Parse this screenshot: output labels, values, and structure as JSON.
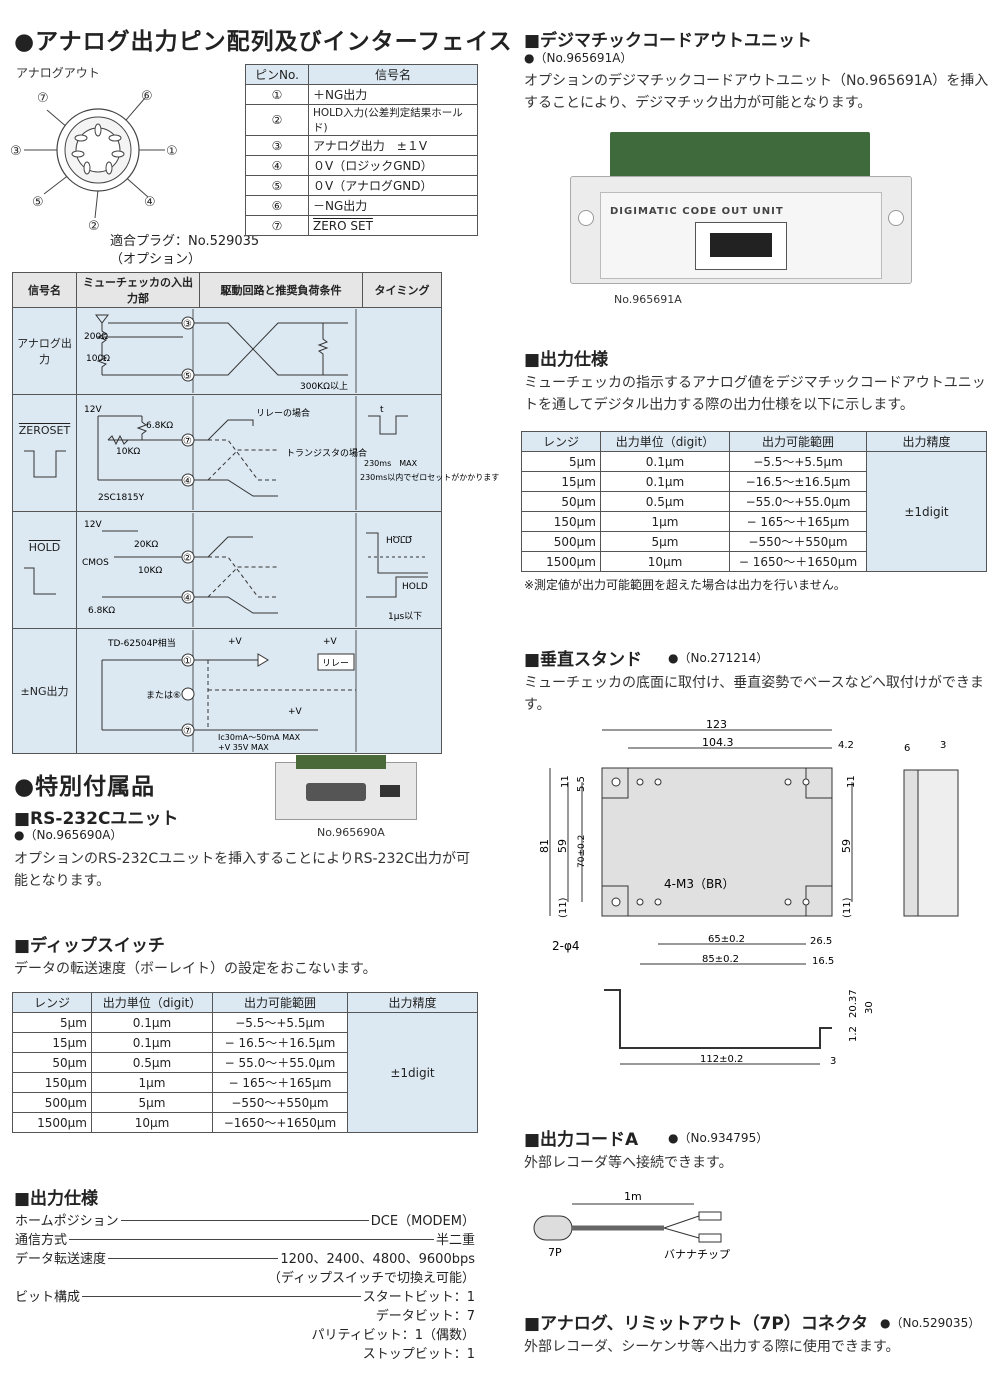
{
  "analog_section": {
    "title": "●アナログ出力ピン配列及びインターフェイス",
    "connector_label": "アナログアウト",
    "pin_numbers": [
      "⑦",
      "⑥",
      "③",
      "①",
      "⑤",
      "④",
      "②"
    ],
    "plug_note": "適合プラグ：No.529035",
    "plug_option": "（オプション）",
    "pin_table": {
      "headers": [
        "ピンNo.",
        "信号名"
      ],
      "rows": [
        {
          "pin": "①",
          "signal": "＋NG出力"
        },
        {
          "pin": "②",
          "signal": "HOLD入力(公差判定結果ホールド)"
        },
        {
          "pin": "③",
          "signal": "アナログ出力　±１V"
        },
        {
          "pin": "④",
          "signal": "０V（ロジックGND）"
        },
        {
          "pin": "⑤",
          "signal": "０V（アナログGND）"
        },
        {
          "pin": "⑥",
          "signal": "－NG出力"
        },
        {
          "pin": "⑦",
          "signal": "ZERO SET"
        }
      ]
    }
  },
  "signal_table": {
    "headers": [
      "信号名",
      "ミューチェッカの入出力部",
      "駆動回路と推奨負荷条件",
      "タイミング"
    ],
    "rows": [
      {
        "name": "アナログ出力",
        "labels": [
          "200Ω",
          "100Ω",
          "③",
          "⑤",
          "300KΩ以上"
        ]
      },
      {
        "name": "ZEROSET",
        "labels": [
          "12V",
          "6.8KΩ",
          "10KΩ",
          "⑦",
          "④",
          "2SC1815Y",
          "リレーの場合",
          "トランジスタの場合",
          "t",
          "230ms　MAX",
          "230ms以内でゼロセットがかかります"
        ]
      },
      {
        "name": "HOLD",
        "labels": [
          "12V",
          "20KΩ",
          "CMOS",
          "10KΩ",
          "6.8KΩ",
          "②",
          "④",
          "HOLD",
          "HOLD",
          "1μs以下"
        ]
      },
      {
        "name": "±NG出力",
        "labels": [
          "TD-62504P相当",
          "①",
          "または⑥",
          "⑦",
          "+V",
          "+V",
          "リレー",
          "+V",
          "Ic30mA〜50mA MAX",
          "+V 35V MAX"
        ]
      }
    ]
  },
  "special": {
    "title": "●特別付属品",
    "rs232_title": "■RS-232Cユニット",
    "rs232_part": "●（No.965690A）",
    "rs232_img_label": "No.965690A",
    "rs232_desc": "オプションのRS-232Cユニットを挿入することによりRS-232C出力が可能となります。"
  },
  "dip": {
    "title": "■ディップスイッチ",
    "desc": "データの転送速度（ボーレイト）の設定をおこないます。",
    "headers": [
      "レンジ",
      "出力単位（digit）",
      "出力可能範囲",
      "出力精度"
    ],
    "rows": [
      [
        "5μm",
        "0.1μm",
        "−5.5〜+5.5μm"
      ],
      [
        "15μm",
        "0.1μm",
        "− 16.5〜＋16.5μm"
      ],
      [
        "50μm",
        "0.5μm",
        "− 55.0〜＋55.0μm"
      ],
      [
        "150μm",
        "1μm",
        "− 165〜＋165μm"
      ],
      [
        "500μm",
        "5μm",
        "−550〜+550μm"
      ],
      [
        "1500μm",
        "10μm",
        "−1650〜+1650μm"
      ]
    ],
    "accuracy": "±1digit"
  },
  "output_spec": {
    "title": "■出力仕様",
    "rows": [
      {
        "k": "ホームポジション",
        "v": "DCE（MODEM）"
      },
      {
        "k": "通信方式",
        "v": "半二重"
      },
      {
        "k": "データ転送速度",
        "v": "1200、2400、4800、9600bps"
      },
      {
        "k": "",
        "v": "（ディップスイッチで切換え可能）"
      },
      {
        "k": "ビット構成",
        "v": "スタートビット：1"
      },
      {
        "k": "",
        "v": "データビット：7"
      },
      {
        "k": "",
        "v": "パリティビット：1（偶数）"
      },
      {
        "k": "",
        "v": "ストップビット：1"
      }
    ]
  },
  "digimatic": {
    "title": "■デジマチックコードアウトユニット",
    "part": "●（No.965691A）",
    "desc": "オプションのデジマチックコードアウトユニット（No.965691A）を挿入することにより、デジマチック出力が可能となります。",
    "unit_label": "DIGIMATIC CODE OUT UNIT",
    "img_label": "No.965691A"
  },
  "out_spec2": {
    "title": "■出力仕様",
    "desc": "ミューチェッカの指示するアナログ値をデジマチックコードアウトユニットを通してデジタル出力する際の出力仕様を以下に示します。",
    "headers": [
      "レンジ",
      "出力単位（digit）",
      "出力可能範囲",
      "出力精度"
    ],
    "rows": [
      [
        "5μm",
        "0.1μm",
        "−5.5〜+5.5μm"
      ],
      [
        "15μm",
        "0.1μm",
        "−16.5〜±16.5μm"
      ],
      [
        "50μm",
        "0.5μm",
        "−55.0〜+55.0μm"
      ],
      [
        "150μm",
        "1μm",
        "− 165〜＋165μm"
      ],
      [
        "500μm",
        "5μm",
        "−550〜＋550μm"
      ],
      [
        "1500μm",
        "10μm",
        "− 1650〜＋1650μm"
      ]
    ],
    "accuracy": "±1digit",
    "note": "※測定値が出力可能範囲を超えた場合は出力を行いません。"
  },
  "stand": {
    "title": "■垂直スタンド",
    "part": "●（No.271214）",
    "desc": "ミューチェッカの底面に取付け、垂直姿勢でベースなどへ取付けができます。",
    "dims": [
      "123",
      "104.3",
      "4.2",
      "6",
      "3",
      "11",
      "5.5",
      "11",
      "81",
      "59",
      "70±0.2",
      "59",
      "(11)",
      "(11)",
      "4-M3（BR）",
      "2-φ4",
      "65±0.2",
      "26.5",
      "85±0.2",
      "16.5",
      "20.37",
      "30",
      "1.2",
      "112±0.2",
      "3"
    ]
  },
  "cord": {
    "title": "■出力コードA",
    "part": "●（No.934795）",
    "desc": "外部レコーダ等へ接続できます。",
    "length": "1m",
    "plug": "7P",
    "tip": "バナナチップ"
  },
  "connector": {
    "title": "■アナログ、リミットアウト（7P）コネクタ",
    "part": "●（No.529035）",
    "desc": "外部レコーダ、シーケンサ等へ出力する際に使用できます。"
  }
}
